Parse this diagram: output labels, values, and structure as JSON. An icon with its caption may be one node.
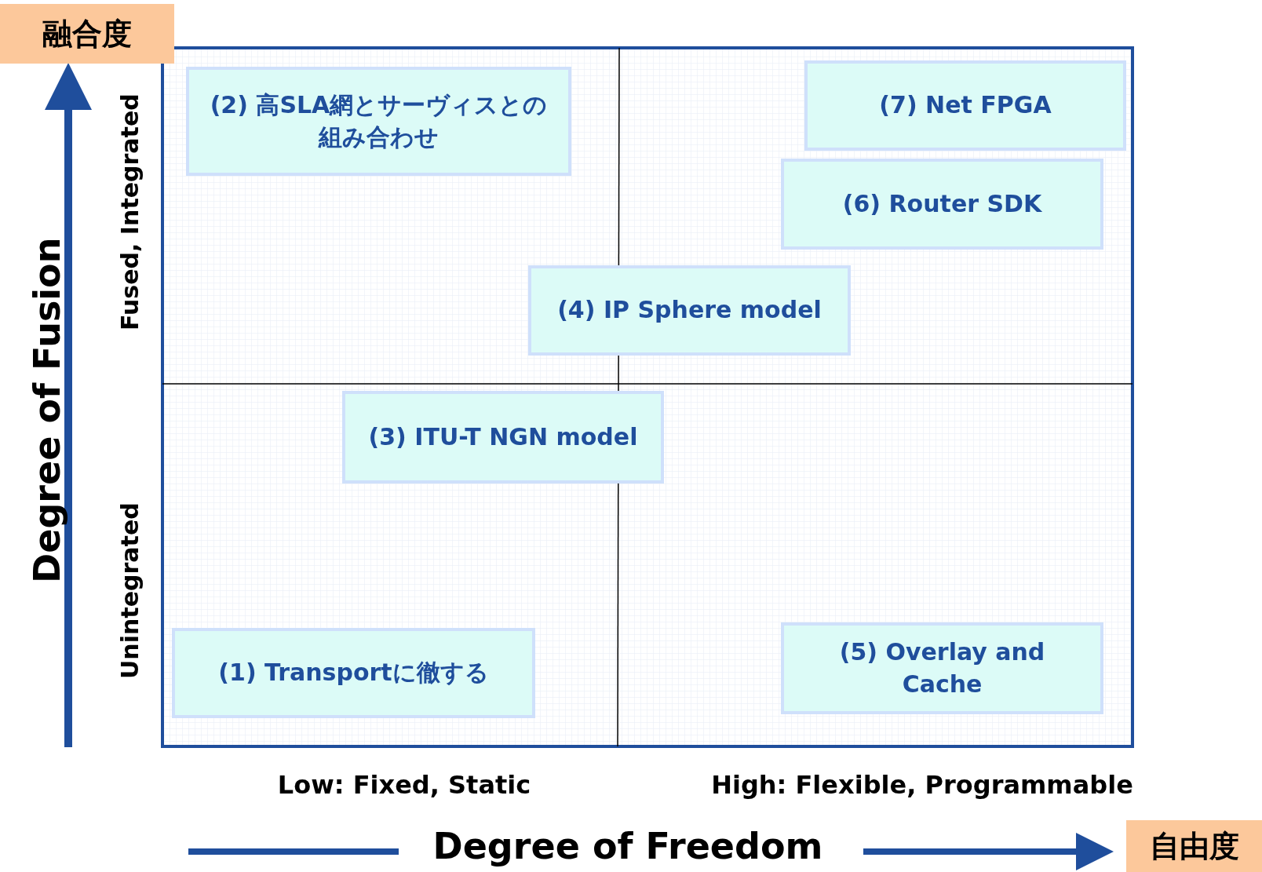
{
  "diagram": {
    "nodes": [
      {
        "text": [
          "(2) 高SLA網とサーヴィスとの組み合わせ"
        ]
      },
      {
        "text": [
          "(7) Net FPGA"
        ]
      },
      {
        "text": [
          "(6) Router SDK"
        ]
      },
      {
        "text": [
          "(4) IP Sphere model"
        ]
      },
      {
        "text": [
          "(3) ITU-T NGN model"
        ]
      },
      {
        "text": [
          "(1) Transportに徹する"
        ]
      },
      {
        "text": [
          "(5) Overlay and Cache"
        ]
      }
    ],
    "labels": [
      "融合度",
      "Degree of Fusion",
      "Fused, Integrated",
      "Unintegrated",
      "Low:  Fixed, Static",
      "High:  Flexible, Programmable",
      "Degree of Freedom",
      "自由度"
    ]
  }
}
